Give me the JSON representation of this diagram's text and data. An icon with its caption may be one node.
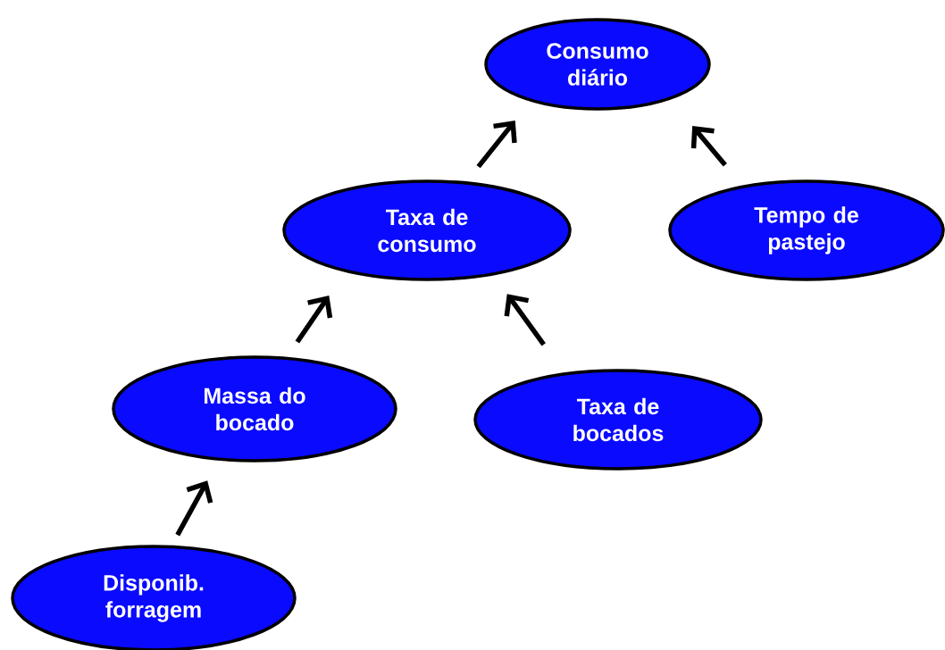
{
  "diagram": {
    "nodes": [
      {
        "text": [
          "Consumo diário"
        ]
      },
      {
        "text": [
          "Taxa de consumo"
        ]
      },
      {
        "text": [
          "Tempo de pastejo"
        ]
      },
      {
        "text": [
          "Massa do bocado"
        ]
      },
      {
        "text": [
          "Taxa de bocados"
        ]
      },
      {
        "text": [
          "Disponib. forragem"
        ]
      }
    ],
    "edges": [
      {
        "from": 1,
        "to": 0,
        "arrow": "to"
      },
      {
        "from": 2,
        "to": 0,
        "arrow": "to"
      },
      {
        "from": 3,
        "to": 1,
        "arrow": "to"
      },
      {
        "from": 4,
        "to": 1,
        "arrow": "to"
      },
      {
        "from": 5,
        "to": 3,
        "arrow": "to"
      }
    ]
  }
}
